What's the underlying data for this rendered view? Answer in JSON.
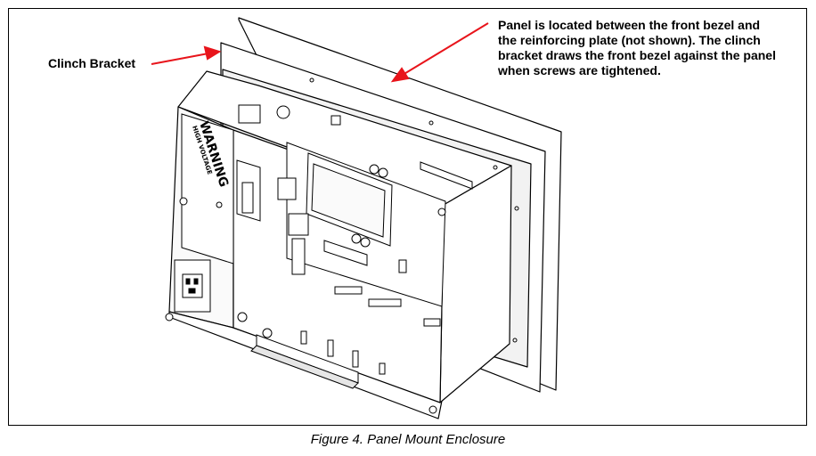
{
  "labels": {
    "clinch_bracket": "Clinch Bracket",
    "panel_note_lines": [
      "Panel is located between the front bezel and",
      "the reinforcing plate (not shown). The clinch",
      "bracket draws the front bezel against the panel",
      "when screws are tightened."
    ],
    "warning_lines": [
      "WARNING",
      "HIGH VOLTAGE"
    ]
  },
  "caption": "Figure 4. Panel Mount Enclosure",
  "colors": {
    "arrow": "#e8141b",
    "line": "#000000",
    "panel_fill": "#ffffff",
    "shade": "#d9d9d9"
  }
}
